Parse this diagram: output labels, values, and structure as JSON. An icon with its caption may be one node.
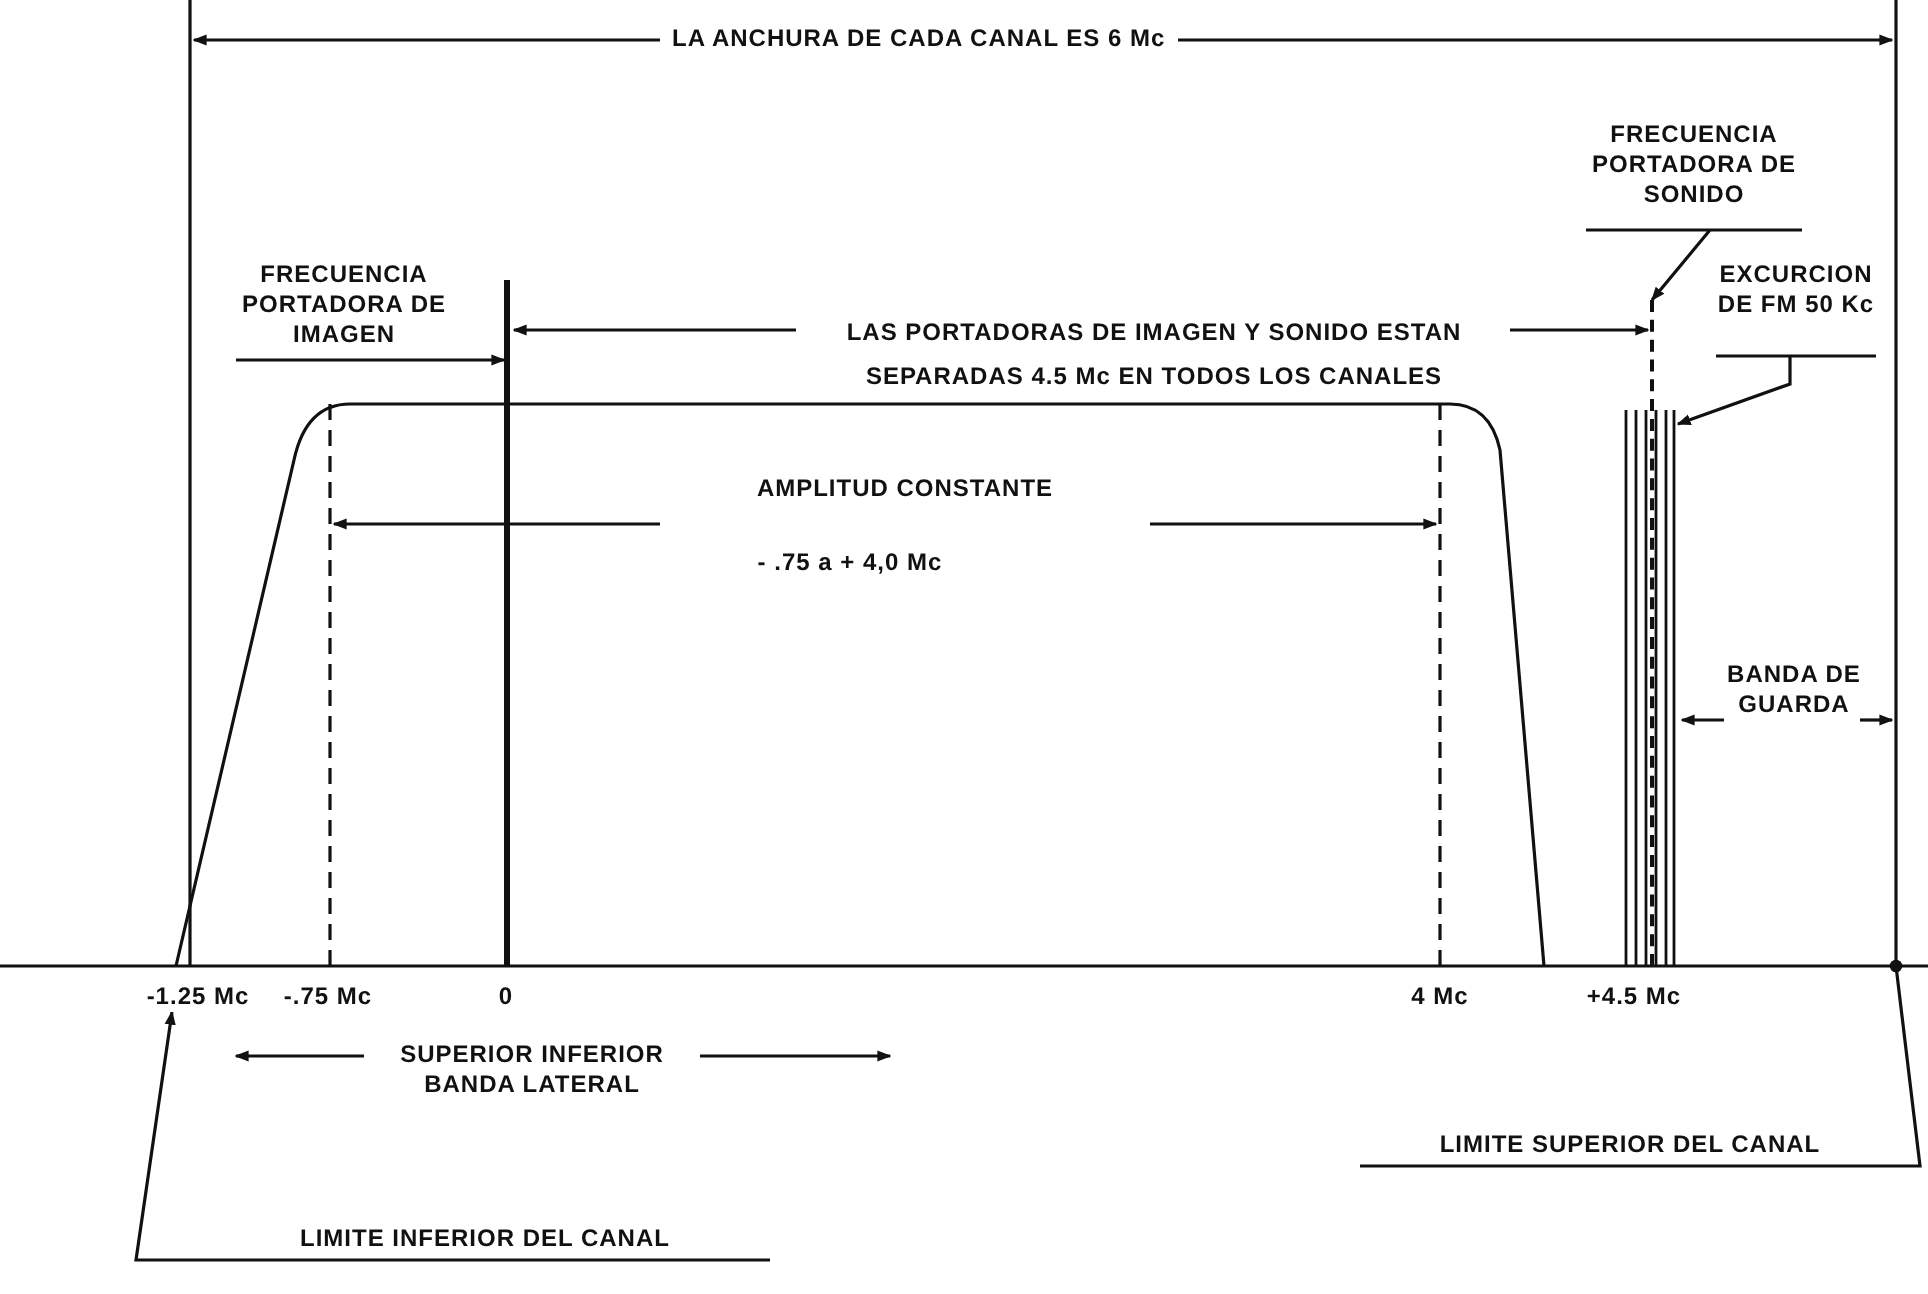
{
  "diagram": {
    "nodes": [
      {
        "text": [
          "FRECUENCIA PORTADORA DE IMAGEN"
        ]
      },
      {
        "text": [],
        "shape": "bar"
      },
      {
        "text": [
          "FRECUENCIA PORTADORA DE SONIDO"
        ]
      },
      {
        "text": [],
        "shape": "bar"
      },
      {
        "text": [
          "EXCURCION DE FM 50 Kc"
        ]
      },
      {
        "text": [],
        "shape": "bar"
      },
      {
        "text": [
          "LIMITE SUPERIOR DEL CANAL"
        ]
      },
      {
        "text": [
          "LIMITE INFERIOR DEL CANAL"
        ]
      },
      {
        "text": [
          "-1.25 Mc"
        ]
      }
    ],
    "edges": [
      {
        "from": 0,
        "to": 1,
        "arrow": "to"
      },
      {
        "from": 2,
        "to": 3,
        "arrow": "to"
      },
      {
        "from": 4,
        "to": 5,
        "arrow": "to"
      },
      {
        "from": 6,
        "to": null,
        "arrow": "other"
      },
      {
        "from": 7,
        "to": 8,
        "arrow": "to"
      }
    ],
    "labels": [
      "LA ANCHURA DE CADA CANAL ES 6 Mc",
      "LAS PORTADORAS DE IMAGEN Y SONIDO ESTAN SEPARADAS 4.5 Mc EN TODOS LOS CANALES",
      "AMPLITUD CONSTANTE",
      "- .75 a + 4,0 Mc",
      "BANDA DE GUARDA",
      "-.75 Mc",
      "0",
      "4 Mc",
      "+4.5 Mc",
      "SUPERIOR INFERIOR BANDA LATERAL"
    ]
  }
}
